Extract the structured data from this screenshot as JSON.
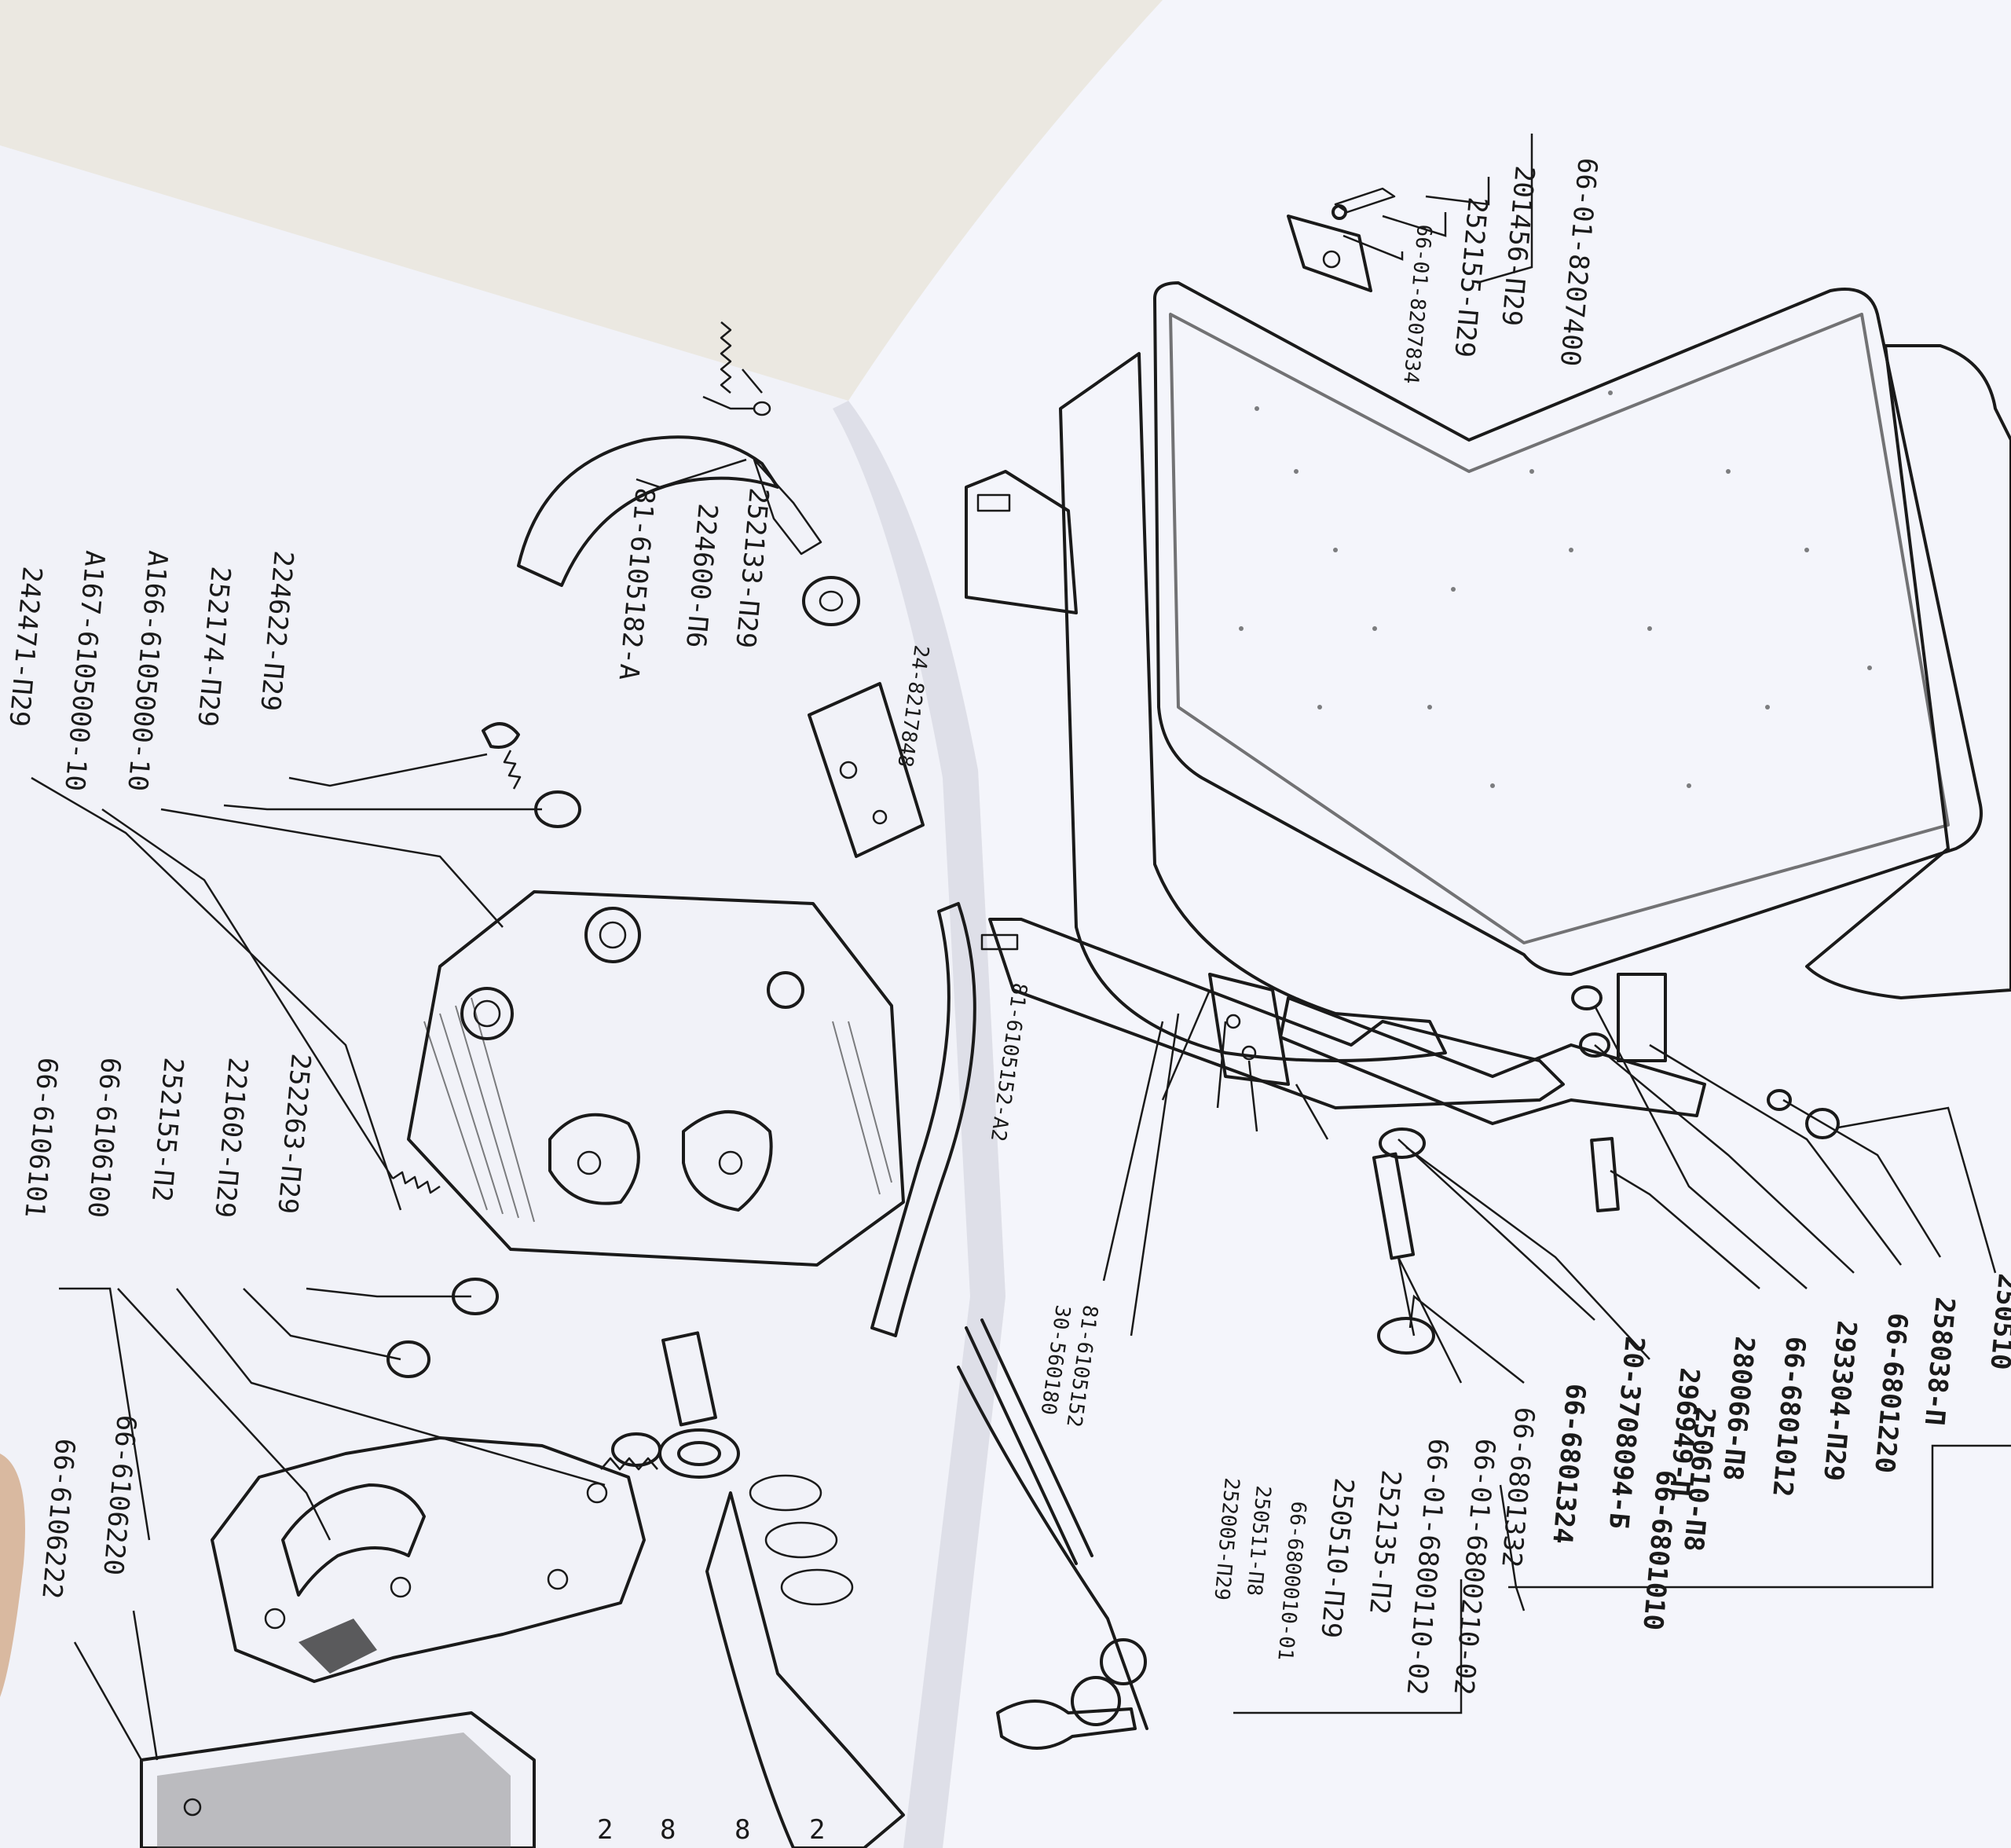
{
  "left_page": {
    "labels": [
      "224622-П29",
      "252174-П29",
      "А166-6105000-10",
      "А167-6105000-10",
      "242471-П29",
      "252263-П29",
      "221602-П29",
      "252155-П2",
      "66-6106100",
      "66-6106101",
      "66-6106220",
      "66-6106222",
      "81-6105182-А",
      "224600-П6",
      "252133-П29"
    ],
    "inner_labels": [
      "81-6105152-А2",
      "30-560180",
      "81-6105152",
      "24-8217848"
    ]
  },
  "right_page": {
    "labels": [
      "66-01-8207400",
      "201456-П29",
      "252155-П29",
      "66-01-8207834",
      "250510",
      "258038-П",
      "66-6801220",
      "293304-П29",
      "66-6801012",
      "280066-П8",
      "296949-П",
      "20-3708094-Б",
      "66-6801324",
      "250610-П8",
      "66-6801010",
      "66-6801332",
      "66-01-6800210-02",
      "66-01-6800110-02",
      "252135-П2",
      "250510-П29",
      "66-6800010-01",
      "250511-П8",
      "252005-П29"
    ]
  }
}
